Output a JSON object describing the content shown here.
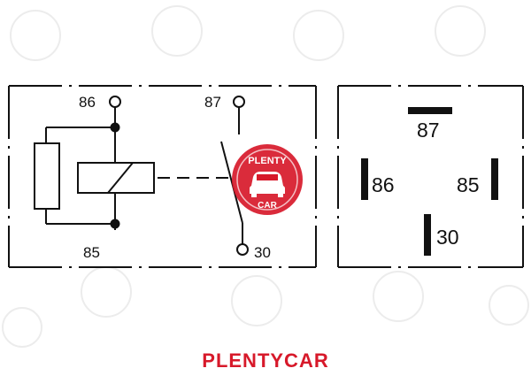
{
  "schematic": {
    "pins": {
      "p86": "86",
      "p85": "85",
      "p87": "87",
      "p30": "30"
    }
  },
  "socket": {
    "pins": {
      "p87": "87",
      "p86": "86",
      "p85": "85",
      "p30": "30"
    }
  },
  "logo": {
    "line1": "PLENTY",
    "line2": "CAR"
  },
  "footer": {
    "brand": "PLENTYCAR"
  },
  "colors": {
    "brand": "#d7192a",
    "lines": "#111111",
    "watermark": "#ececec"
  },
  "icons": {
    "logo_mark": "car-icon"
  }
}
